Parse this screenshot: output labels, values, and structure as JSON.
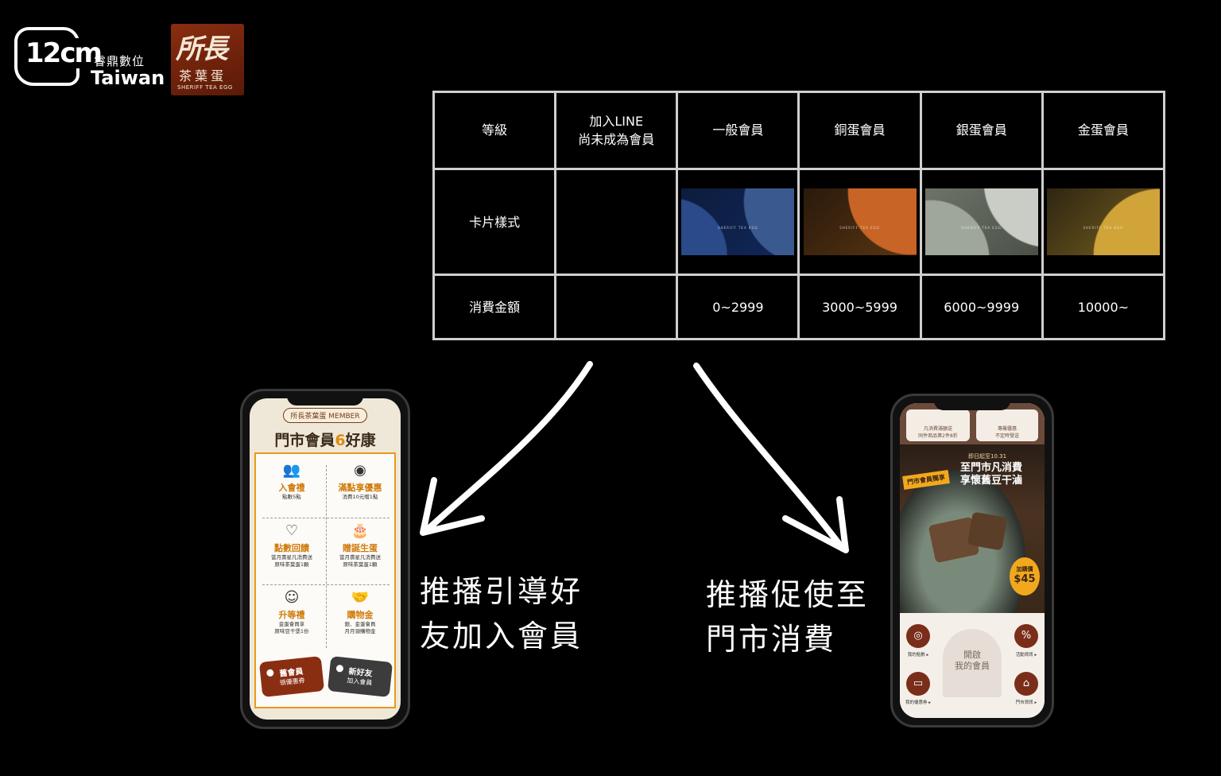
{
  "logos": {
    "twelvecm": {
      "mark": "12cm",
      "chinese": "睿鼎數位",
      "english": "Taiwan"
    },
    "sheriff": {
      "large": "所長",
      "chinese": "茶葉蛋",
      "english": "SHERIFF TEA EGG"
    }
  },
  "table": {
    "header": [
      "等級",
      "加入LINE\n尚未成為會員",
      "一般會員",
      "銅蛋會員",
      "銀蛋會員",
      "金蛋會員"
    ],
    "card_row_label": "卡片樣式",
    "card_brand": "SHERIFF TEA EGG",
    "spend_row_label": "消費金額",
    "spend": [
      "",
      "0~2999",
      "3000~5999",
      "6000~9999",
      "10000~"
    ]
  },
  "captions": {
    "left": "推播引導好\n友加入會員",
    "right": "推播促使至\n門市消費"
  },
  "phone_left": {
    "header": "所長茶葉蛋 MEMBER",
    "title_pre": "門市會員",
    "title_num": "6",
    "title_post": "好康",
    "benefits": [
      {
        "icon": "people-icon",
        "glyph": "👥",
        "title": "入會禮",
        "desc": "點數5點"
      },
      {
        "icon": "stamp-icon",
        "glyph": "◉",
        "title": "滿點享優惠",
        "desc": "消費10元贈1點"
      },
      {
        "icon": "heart-hand-icon",
        "glyph": "♡",
        "title": "點數回饋",
        "desc": "當月壽星凡消費送\n原味茶葉蛋1顆"
      },
      {
        "icon": "cake-icon",
        "glyph": "🎂",
        "title": "贈誕生蛋",
        "desc": "當月壽星凡消費送\n原味茶葉蛋1顆"
      },
      {
        "icon": "person-hand-icon",
        "glyph": "☺",
        "title": "升等禮",
        "desc": "金蛋會員享\n原味豆干堡1份"
      },
      {
        "icon": "handshake-icon",
        "glyph": "🤝",
        "title": "購物金",
        "desc": "銀、金蛋會員\n月月領購物金"
      }
    ],
    "tag_old": {
      "title": "舊會員",
      "sub": "領優惠券"
    },
    "tag_new": {
      "title": "新好友",
      "sub": "加入會員"
    }
  },
  "phone_right": {
    "top_left": "凡消費滿額送\n同件商品第2件8折",
    "top_right": "專屬優惠\n不定時發送",
    "promo_date": "即日起至10.31",
    "promo_ribbon": "門市會員獨享",
    "promo_head": "至門市凡消費\n享懷舊豆干滷",
    "price_label": "加購價",
    "price": "$45",
    "menu": {
      "points": "我的點數 ▸",
      "activity": "活動資訊 ▸",
      "coupons": "我的優惠券 ▸",
      "stores": "門市資訊 ▸",
      "center": "開啟\n我的會員"
    }
  }
}
